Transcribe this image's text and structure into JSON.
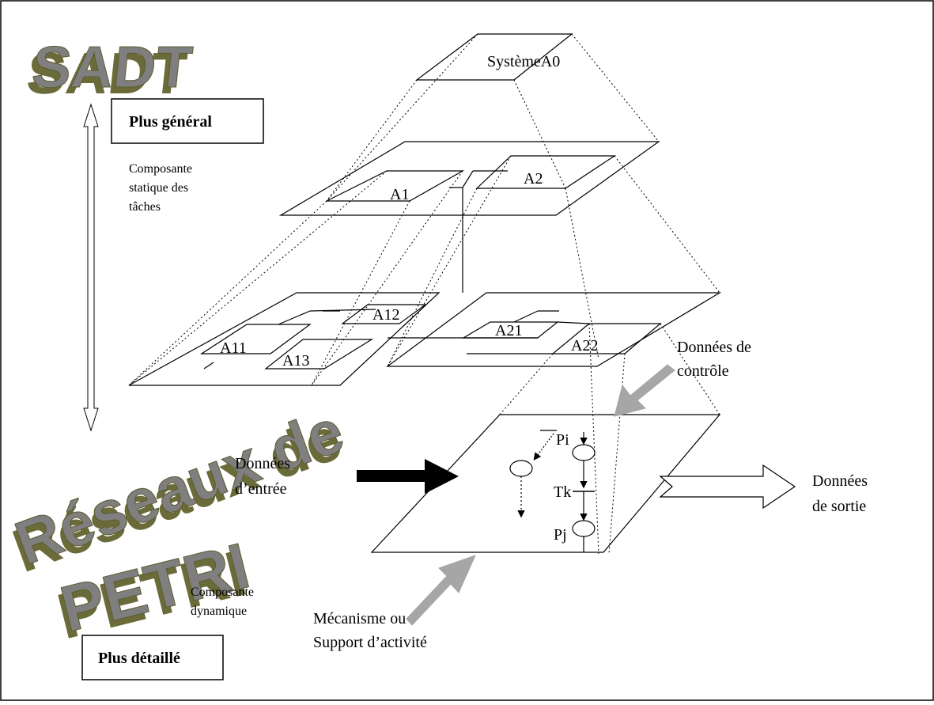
{
  "logo": {
    "sadt": "SADT",
    "petri_line1": "Réseaux de",
    "petri_line2": "PETRI"
  },
  "boxes": {
    "general": "Plus général",
    "detail": "Plus détaillé"
  },
  "annotations": {
    "static_line1": "Composante",
    "static_line2": "statique des",
    "static_line3": "tâches",
    "dynamic_line1": "Composante",
    "dynamic_line2": "dynamique"
  },
  "levels": {
    "top": "SystèmeA0",
    "a1": "A1",
    "a2": "A2",
    "a11": "A11",
    "a12": "A12",
    "a13": "A13",
    "a21": "A21",
    "a22": "A22"
  },
  "petri": {
    "pi": "Pi",
    "tk": "Tk",
    "pj": "Pj"
  },
  "flows": {
    "control_line1": "Données de",
    "control_line2": "contrôle",
    "input_line1": "Données",
    "input_line2": "d’entrée",
    "output_line1": "Données",
    "output_line2": "de sortie",
    "mechanism_line1": "Mécanisme ou",
    "mechanism_line2": "Support d’activité"
  },
  "colors": {
    "grey_arrow": "#a6a6a6",
    "black_arrow": "#000000",
    "wordart_fill": "#7f7f7f",
    "wordart_shadow": "#6b6b3a"
  }
}
